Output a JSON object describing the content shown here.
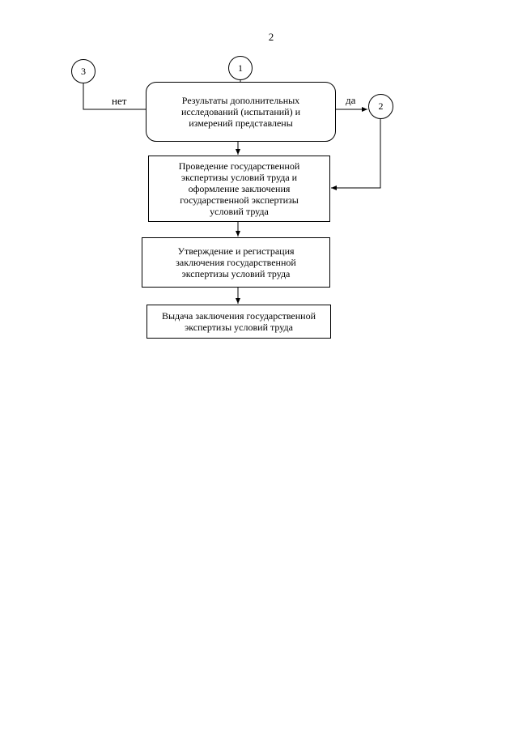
{
  "page": {
    "number": "2"
  },
  "connectors": {
    "c1": "1",
    "c2": "2",
    "c3": "3"
  },
  "decision": {
    "lines": [
      "Результаты дополнительных",
      "исследований (испытаний) и",
      "измерений представлены"
    ],
    "yes_label": "да",
    "no_label": "нет"
  },
  "steps": [
    {
      "lines": [
        "Проведение государственной",
        "экспертизы условий труда и",
        "оформление заключения",
        "государственной экспертизы",
        "условий труда"
      ]
    },
    {
      "lines": [
        "Утверждение и регистрация",
        "заключения государственной",
        "экспертизы условий труда"
      ]
    },
    {
      "lines": [
        "Выдача заключения государственной",
        "экспертизы условий труда"
      ]
    }
  ]
}
